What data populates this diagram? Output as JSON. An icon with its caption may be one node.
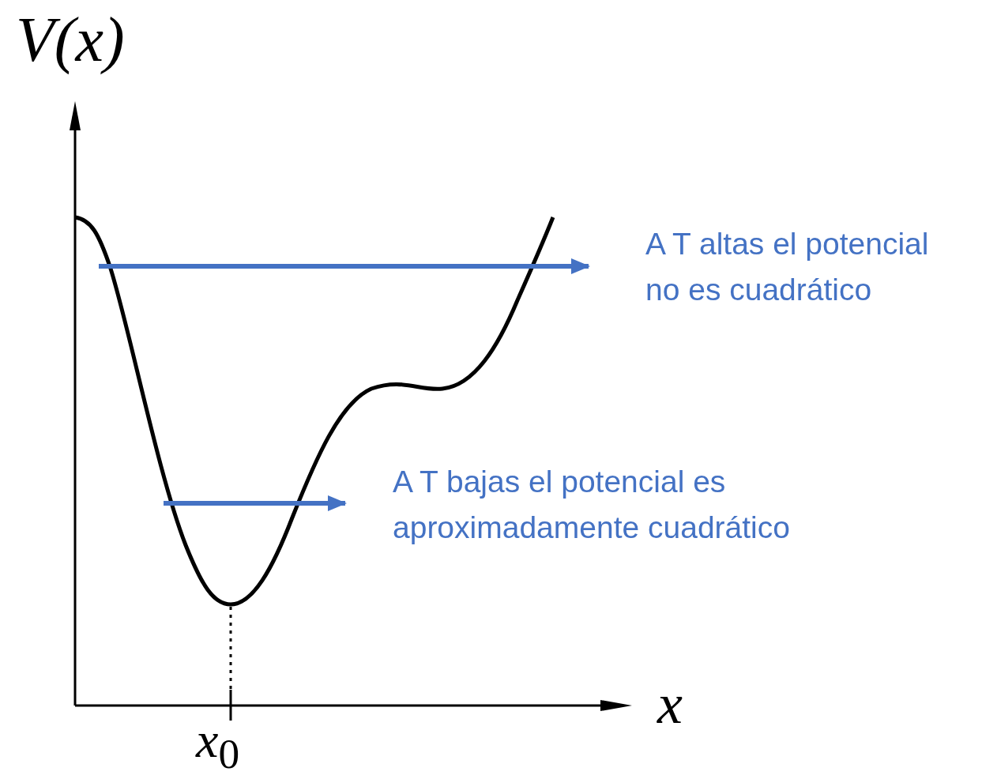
{
  "diagram": {
    "nodes": [
      {
        "text": [
          "A T altas el potencial no es cuadrático"
        ]
      },
      {
        "text": [
          "A T bajas el potencial es aproximadamente cuadrático"
        ]
      }
    ],
    "edges": [
      {
        "from": null,
        "to": 0,
        "arrow": "to",
        "color": "#4472c4"
      },
      {
        "from": null,
        "to": 1,
        "arrow": "to",
        "color": "#4472c4"
      }
    ],
    "labels": [
      "V(x)",
      "x",
      "*x*$_{0}$"
    ]
  }
}
